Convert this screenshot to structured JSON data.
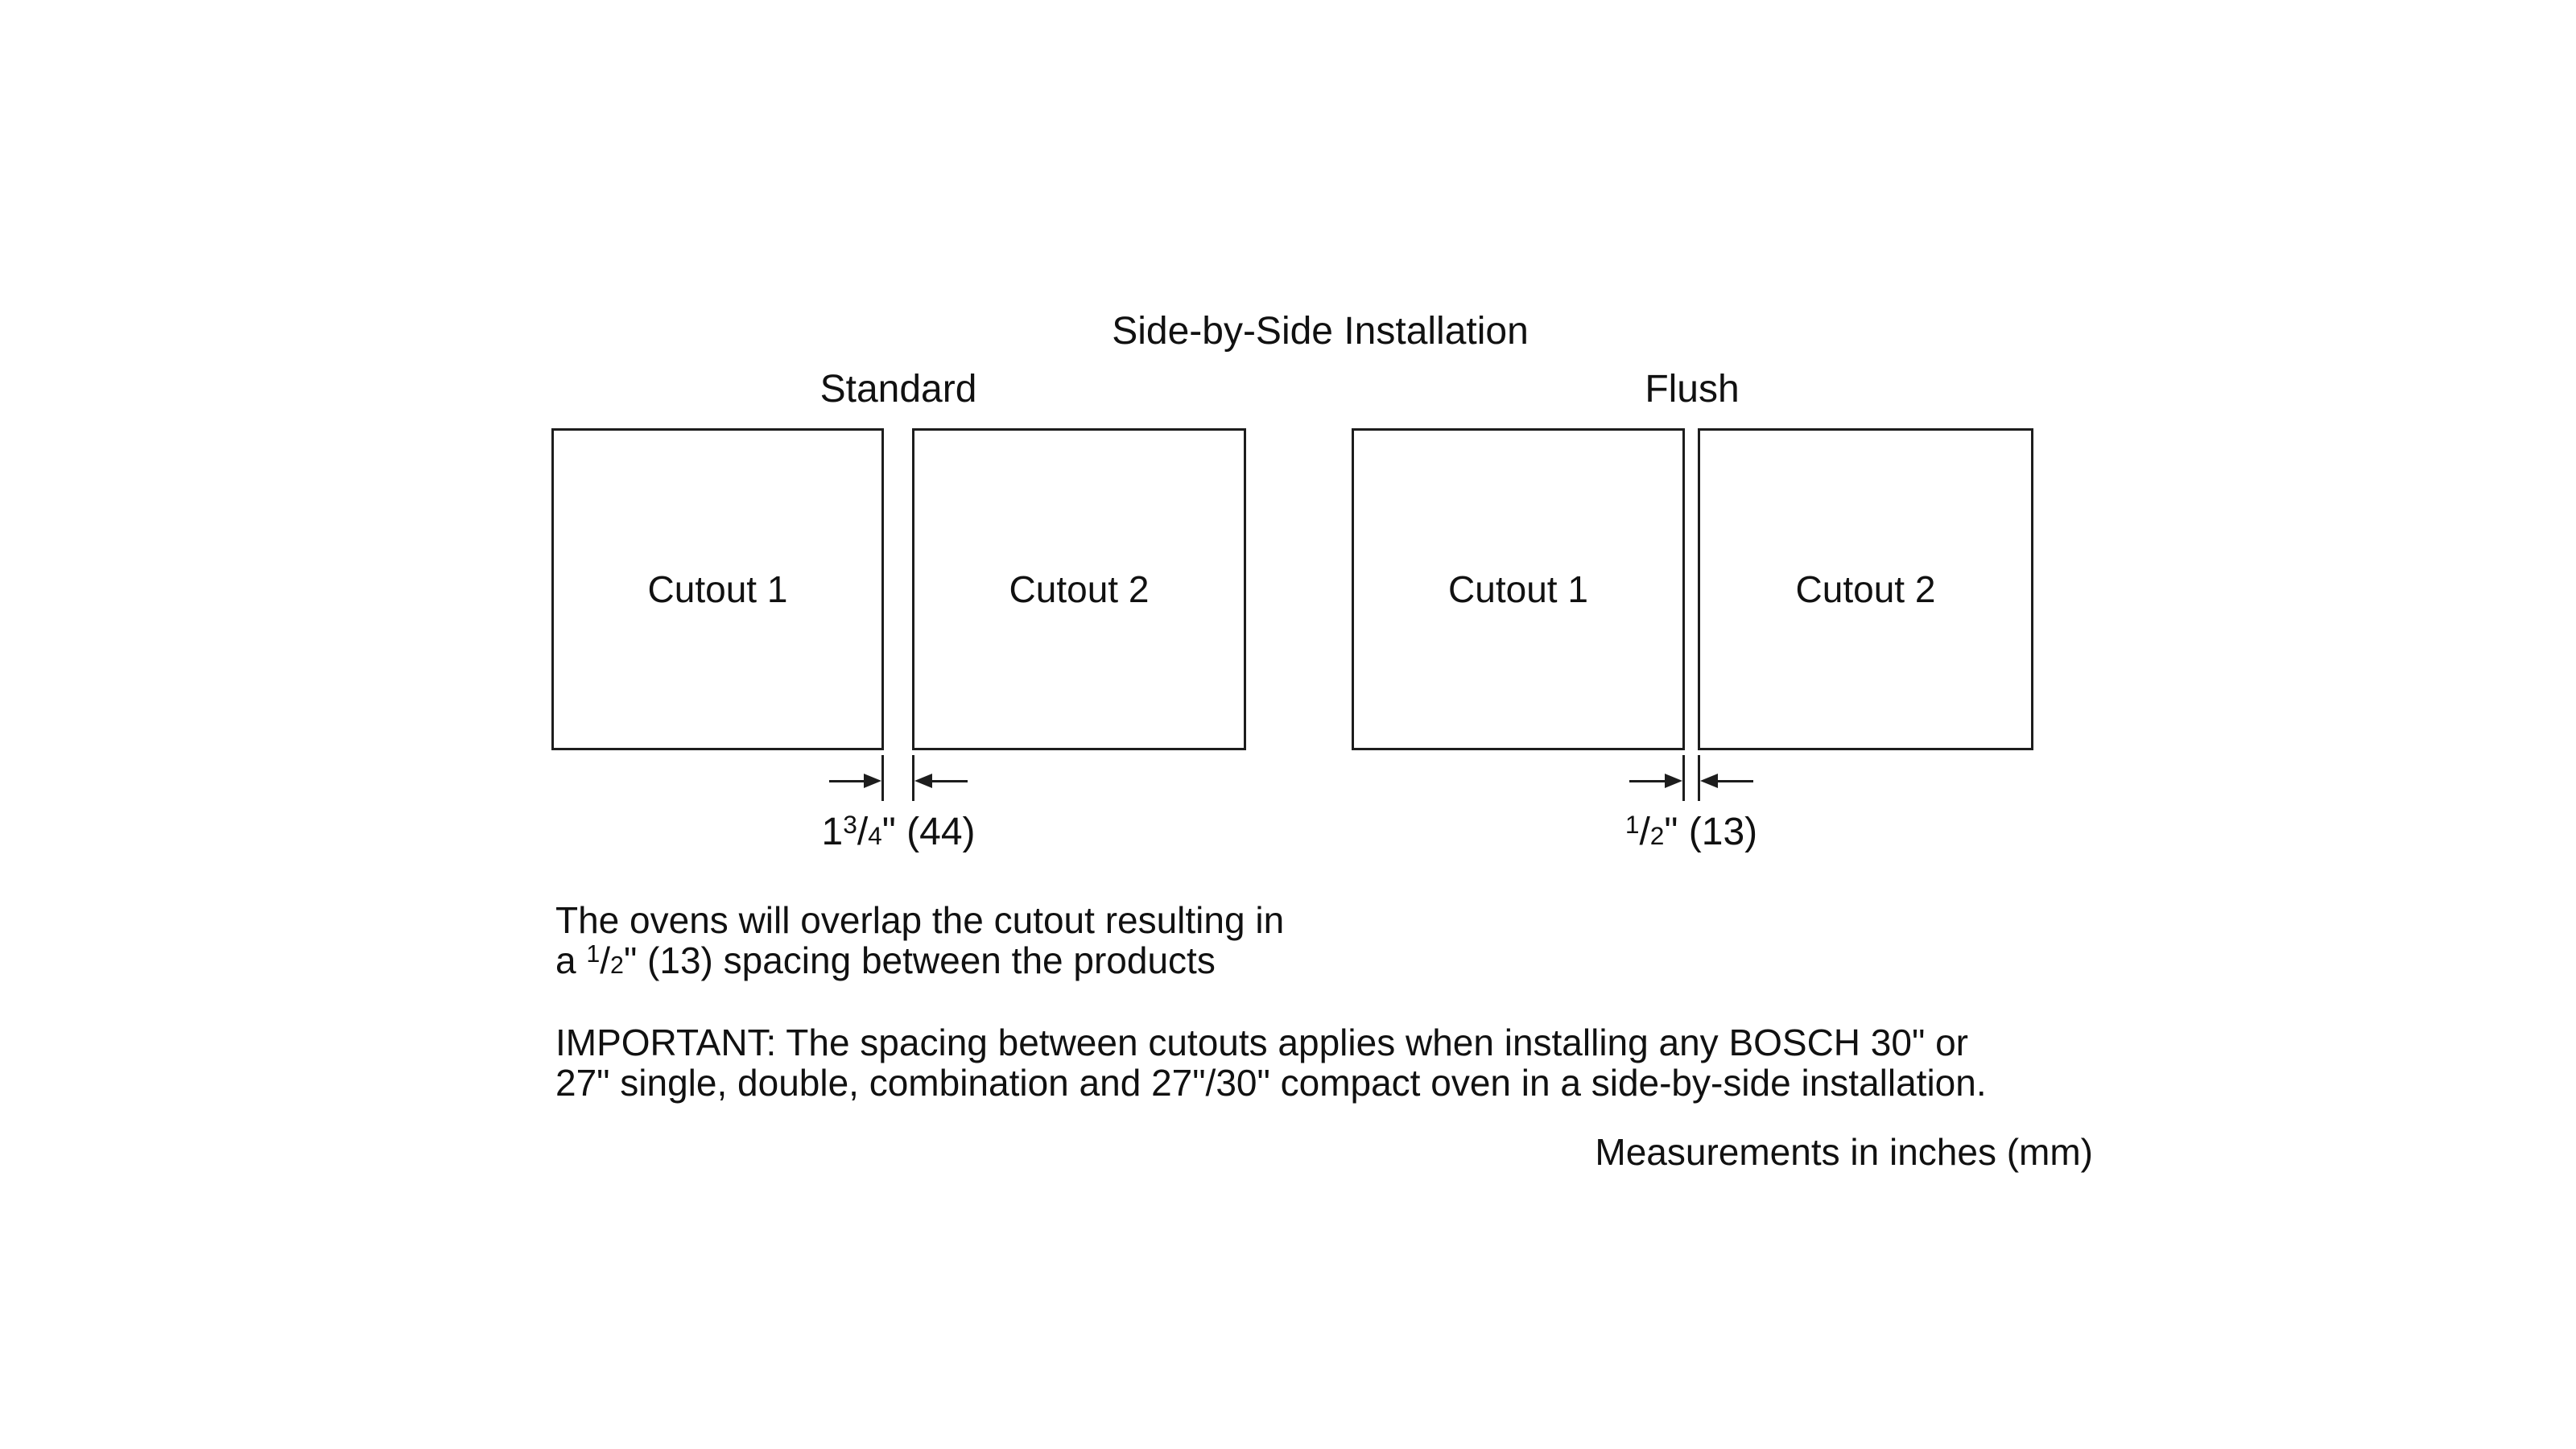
{
  "colors": {
    "background": "#ffffff",
    "ink": "#1d1d1d"
  },
  "title": "Side-by-Side Installation",
  "groups": [
    {
      "label": "Standard",
      "cutouts": [
        "Cutout 1",
        "Cutout 2"
      ],
      "gap_dimension": {
        "whole": "1",
        "numerator": "3",
        "slash": "/",
        "denominator": "4",
        "suffix": "\" (44)"
      }
    },
    {
      "label": "Flush",
      "cutouts": [
        "Cutout 1",
        "Cutout 2"
      ],
      "gap_dimension": {
        "whole": "",
        "numerator": "1",
        "slash": "/",
        "denominator": "2",
        "suffix": "\" (13)"
      }
    }
  ],
  "notes": {
    "overlap_line1": "The ovens will overlap the cutout resulting in",
    "overlap_line2": {
      "before": "a ",
      "numerator": "1",
      "slash": "/",
      "denominator": "2",
      "after": "\" (13) spacing between the products"
    },
    "important_line1": "IMPORTANT: The spacing between cutouts applies when installing any BOSCH 30\" or",
    "important_line2": "27\" single, double, combination and 27\"/30\" compact oven in a side-by-side installation.",
    "units_note": "Measurements in inches (mm)"
  }
}
